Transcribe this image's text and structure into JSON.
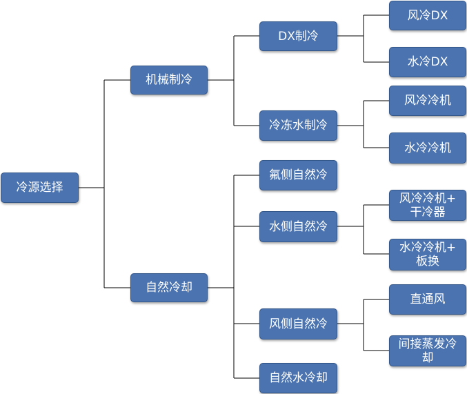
{
  "colors": {
    "node_fill": "#4a73b0",
    "node_border": "#34578a",
    "node_text": "#ffffff",
    "connector": "#000000"
  },
  "nodes": {
    "root": "冷源选择",
    "mechanical": "机械制冷",
    "natural": "自然冷却",
    "dx": "DX制冷",
    "chilled_water": "冷冻水制冷",
    "fluorine_side": "氟侧自然冷",
    "water_side": "水侧自然冷",
    "air_side": "风侧自然冷",
    "natural_water": "自然水冷却",
    "air_dx": "风冷DX",
    "water_dx": "水冷DX",
    "air_chiller": "风冷冷机",
    "water_chiller": "水冷冷机",
    "air_chiller_dry": "风冷冷机+\n干冷器",
    "water_chiller_plate": "水冷冷机+\n板换",
    "direct_air": "直通风",
    "indirect_evap": "间接蒸发冷\n却"
  }
}
